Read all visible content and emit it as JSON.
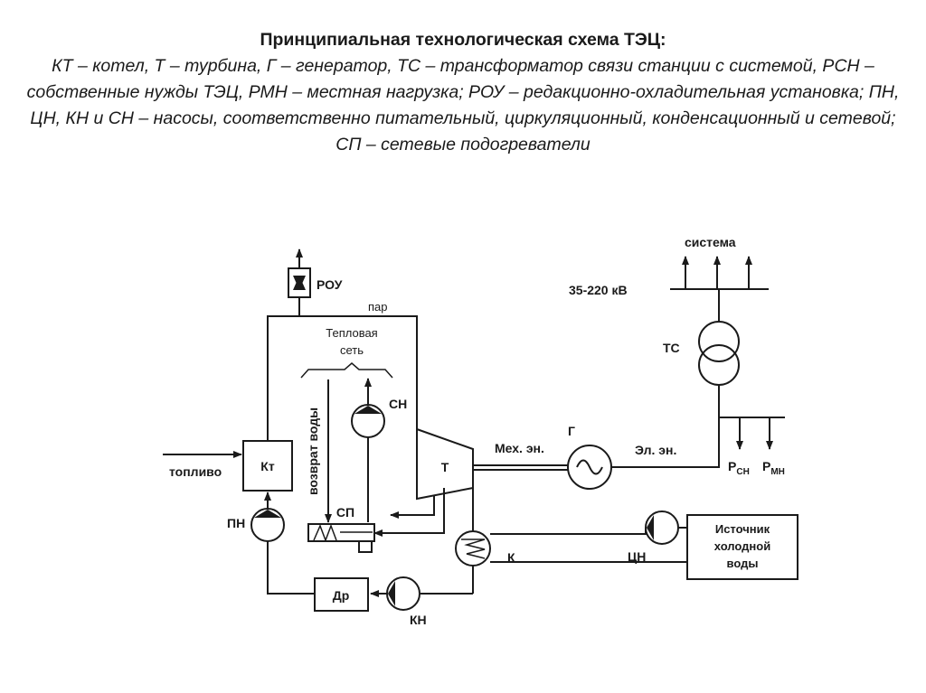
{
  "caption": {
    "title": "Принципиальная технологическая схема ТЭЦ:",
    "legend": "КТ – котел, Т – турбина, Г – генератор, ТС – трансформатор связи станции с системой, РСН – собственные нужды ТЭЦ, РМН – местная нагрузка; РОУ – редакционно-охладительная установка; ПН, ЦН, КН и СН – насосы, соответственно питательный, циркуляционный, конденсационный и сетевой; СП – сетевые подогреватели"
  },
  "diagram": {
    "labels": {
      "rou": "РОУ",
      "steam": "пар",
      "heat_network_l1": "Тепловая",
      "heat_network_l2": "сеть",
      "water_return": "возврат воды",
      "sn": "СН",
      "boiler": "Кт",
      "fuel": "топливо",
      "turbine": "Т",
      "mech_energy": "Мех. эн.",
      "generator": "Г",
      "el_energy": "Эл. эн.",
      "system": "система",
      "voltage": "35-220 кВ",
      "ts": "ТС",
      "psn_main": "Р",
      "psn_sub": "СН",
      "pmn_main": "Р",
      "pmn_sub": "МН",
      "sp": "СП",
      "pn": "ПН",
      "condenser": "К",
      "tsn": "ЦН",
      "cold_source_l1": "Источник",
      "cold_source_l2": "холодной",
      "cold_source_l3": "воды",
      "deaerator": "Др",
      "kn": "КН"
    }
  }
}
